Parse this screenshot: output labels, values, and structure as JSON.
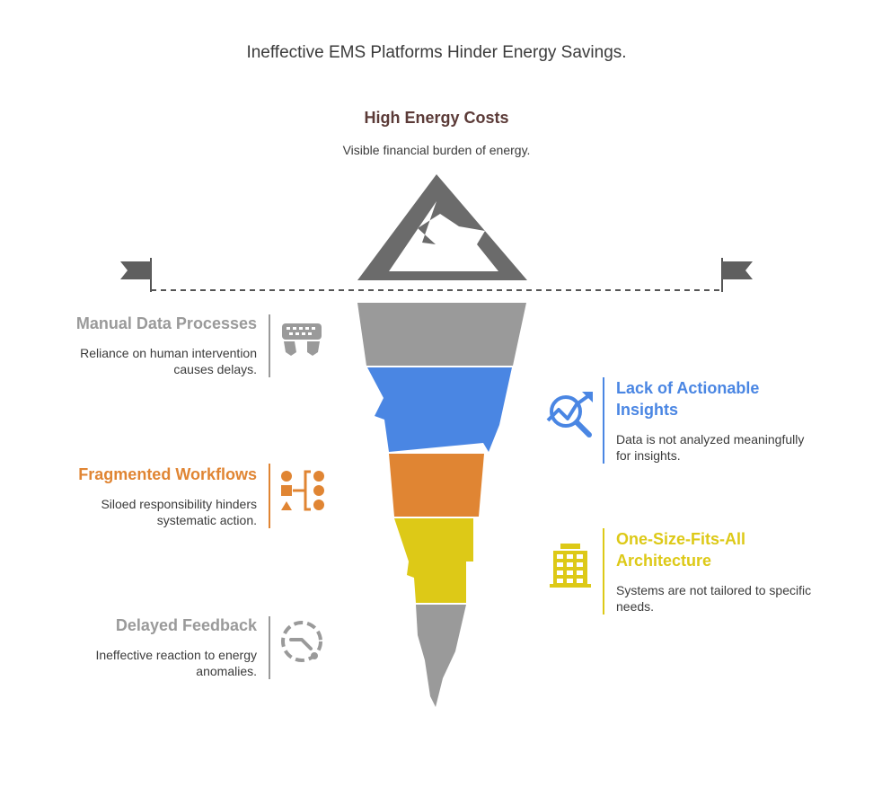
{
  "title": "Ineffective EMS Platforms Hinder Energy Savings.",
  "top": {
    "title": "High Energy Costs",
    "description": "Visible financial burden of energy."
  },
  "colors": {
    "gray": "#9a9a9a",
    "blue": "#4a86e3",
    "orange": "#e08533",
    "yellow": "#ddc917",
    "mountain": "#6b6b6b",
    "top_title": "#5b3a37"
  },
  "items": [
    {
      "label": "Manual Data Processes",
      "description_lines": [
        "Reliance on human intervention",
        "causes delays."
      ],
      "icon": "hands-keyboard-icon",
      "color": "#9a9a9a",
      "side": "left"
    },
    {
      "label_lines": [
        "Lack of Actionable",
        "Insights"
      ],
      "description_lines": [
        "Data is not analyzed meaningfully",
        "for insights."
      ],
      "icon": "magnifier-chart-icon",
      "color": "#4a86e3",
      "side": "right"
    },
    {
      "label": "Fragmented Workflows",
      "description_lines": [
        "Siloed responsibility hinders",
        "systematic action."
      ],
      "icon": "workflow-shapes-icon",
      "color": "#e08533",
      "side": "left"
    },
    {
      "label_lines": [
        "One-Size-Fits-All",
        "Architecture"
      ],
      "description_lines": [
        "Systems are not tailored to specific",
        "needs."
      ],
      "icon": "building-icon",
      "color": "#ddc917",
      "side": "right"
    },
    {
      "label": "Delayed Feedback",
      "description_lines": [
        "Ineffective reaction to energy",
        "anomalies."
      ],
      "icon": "dashed-clock-icon",
      "color": "#9a9a9a",
      "side": "left"
    }
  ]
}
